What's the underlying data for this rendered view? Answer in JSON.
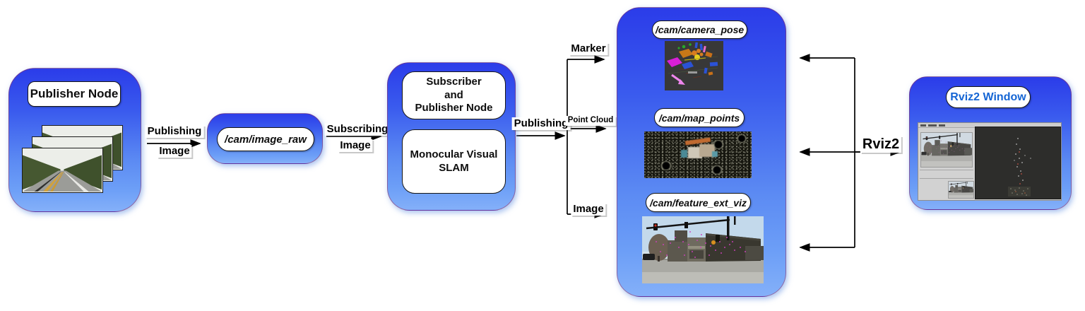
{
  "nodes": {
    "publisher": {
      "title": "Publisher Node"
    },
    "image_raw": {
      "title": "/cam/image_raw"
    },
    "slam": {
      "subscriber_label": "Subscriber\nand\nPublisher Node",
      "algorithm_label": "Monocular Visual\nSLAM"
    },
    "output_topics": {
      "camera_pose": "/cam/camera_pose",
      "map_points": "/cam/map_points",
      "feature_ext_viz": "/cam/feature_ext_viz"
    },
    "rviz": {
      "title": "Rviz2 Window"
    }
  },
  "edges": {
    "publish_image": {
      "top": "Publishing",
      "bottom": "Image"
    },
    "subscribe_image": {
      "top": "Subscribing",
      "bottom": "Image"
    },
    "publishing": "Publishing",
    "marker": "Marker",
    "point_cloud": "Point Cloud",
    "image": "Image",
    "rviz2": "Rviz2"
  },
  "colors": {
    "node_gradient_top": "#2b3ce9",
    "node_gradient_bottom": "#84b0f9",
    "rviz_title_text": "#1565d4",
    "arrow": "#000000"
  }
}
